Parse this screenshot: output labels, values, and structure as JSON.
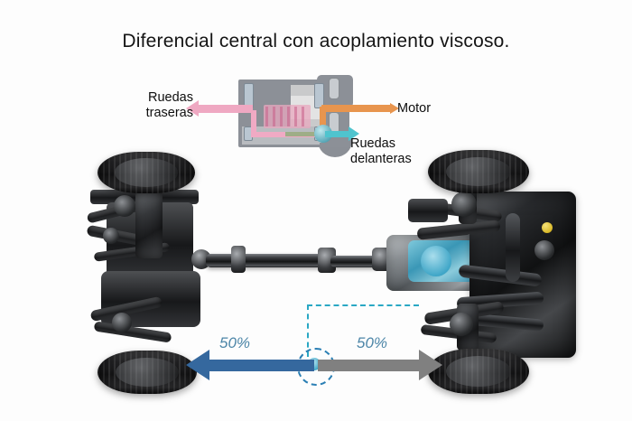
{
  "page": {
    "title": "Diferencial central con acoplamiento viscoso.",
    "background_color": "#fdfdfd"
  },
  "inset_diagram": {
    "name": "viscous-coupling-cutaway",
    "labels": {
      "rear_wheels": "Ruedas\ntraseras",
      "rear_wheels_line1": "Ruedas",
      "rear_wheels_line2": "traseras",
      "engine": "Motor",
      "front_wheels_line1": "Ruedas",
      "front_wheels_line2": "delanteras"
    },
    "flow_colors": {
      "rear_output": "#efa8c2",
      "engine_input": "#e8954e",
      "front_output": "#4fc4ce",
      "viscous_unit": "#e8a8bf",
      "housing": "#8c9097"
    }
  },
  "torque_split": {
    "left_label": "50%",
    "right_label": "50%",
    "left_arrow_color": "#35689e",
    "right_arrow_color": "#808080",
    "callout_color": "#2aa8c4",
    "label_color": "#4d86a8"
  },
  "chassis": {
    "name": "awd-chassis-cutaway-photo",
    "components": {
      "rear_left_wheel": "rear-left-wheel",
      "rear_right_wheel": "rear-right-wheel",
      "front_left_wheel": "front-left-wheel",
      "front_right_wheel": "front-right-wheel",
      "propeller_shaft": "propeller-shaft",
      "center_differential": "center-differential",
      "engine": "engine-block",
      "oil_cap_color": "#d9b928"
    }
  }
}
